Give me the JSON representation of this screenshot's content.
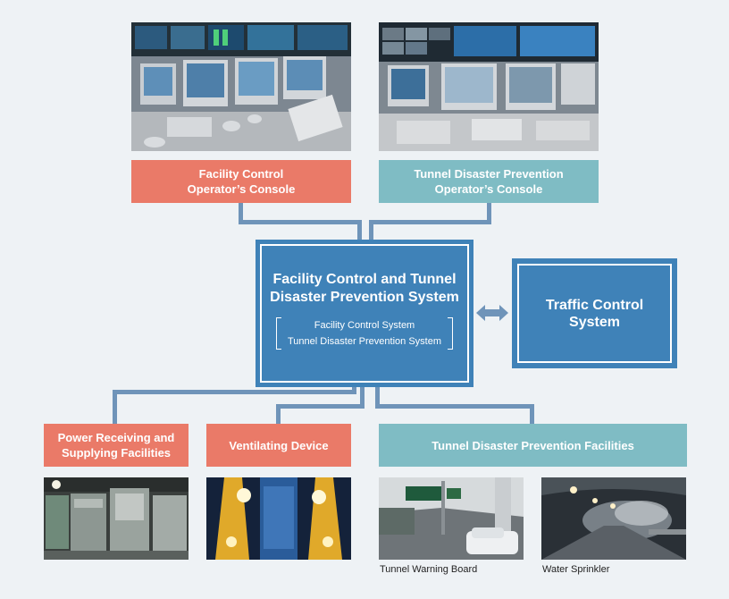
{
  "consoles": {
    "facility_label_1": "Facility Control",
    "facility_label_2": "Operator’s Console",
    "tunnel_label_1": "Tunnel Disaster Prevention",
    "tunnel_label_2": "Operator’s Console"
  },
  "central": {
    "title_1": "Facility Control and Tunnel",
    "title_2": "Disaster Prevention System",
    "sub_1": "Facility Control System",
    "sub_2": "Tunnel Disaster Prevention System"
  },
  "traffic": {
    "title_1": "Traffic Control",
    "title_2": "System"
  },
  "facilities": {
    "power_1": "Power Receiving and",
    "power_2": "Supplying Facilities",
    "ventilating": "Ventilating Device",
    "tunnel_dp": "Tunnel Disaster Prevention Facilities"
  },
  "captions": {
    "warning_board": "Tunnel Warning Board",
    "sprinkler": "Water Sprinkler"
  },
  "colors": {
    "salmon": "#ea7a68",
    "teal": "#7fbcc4",
    "blue": "#3f82b8",
    "connector": "#6f94b9"
  }
}
